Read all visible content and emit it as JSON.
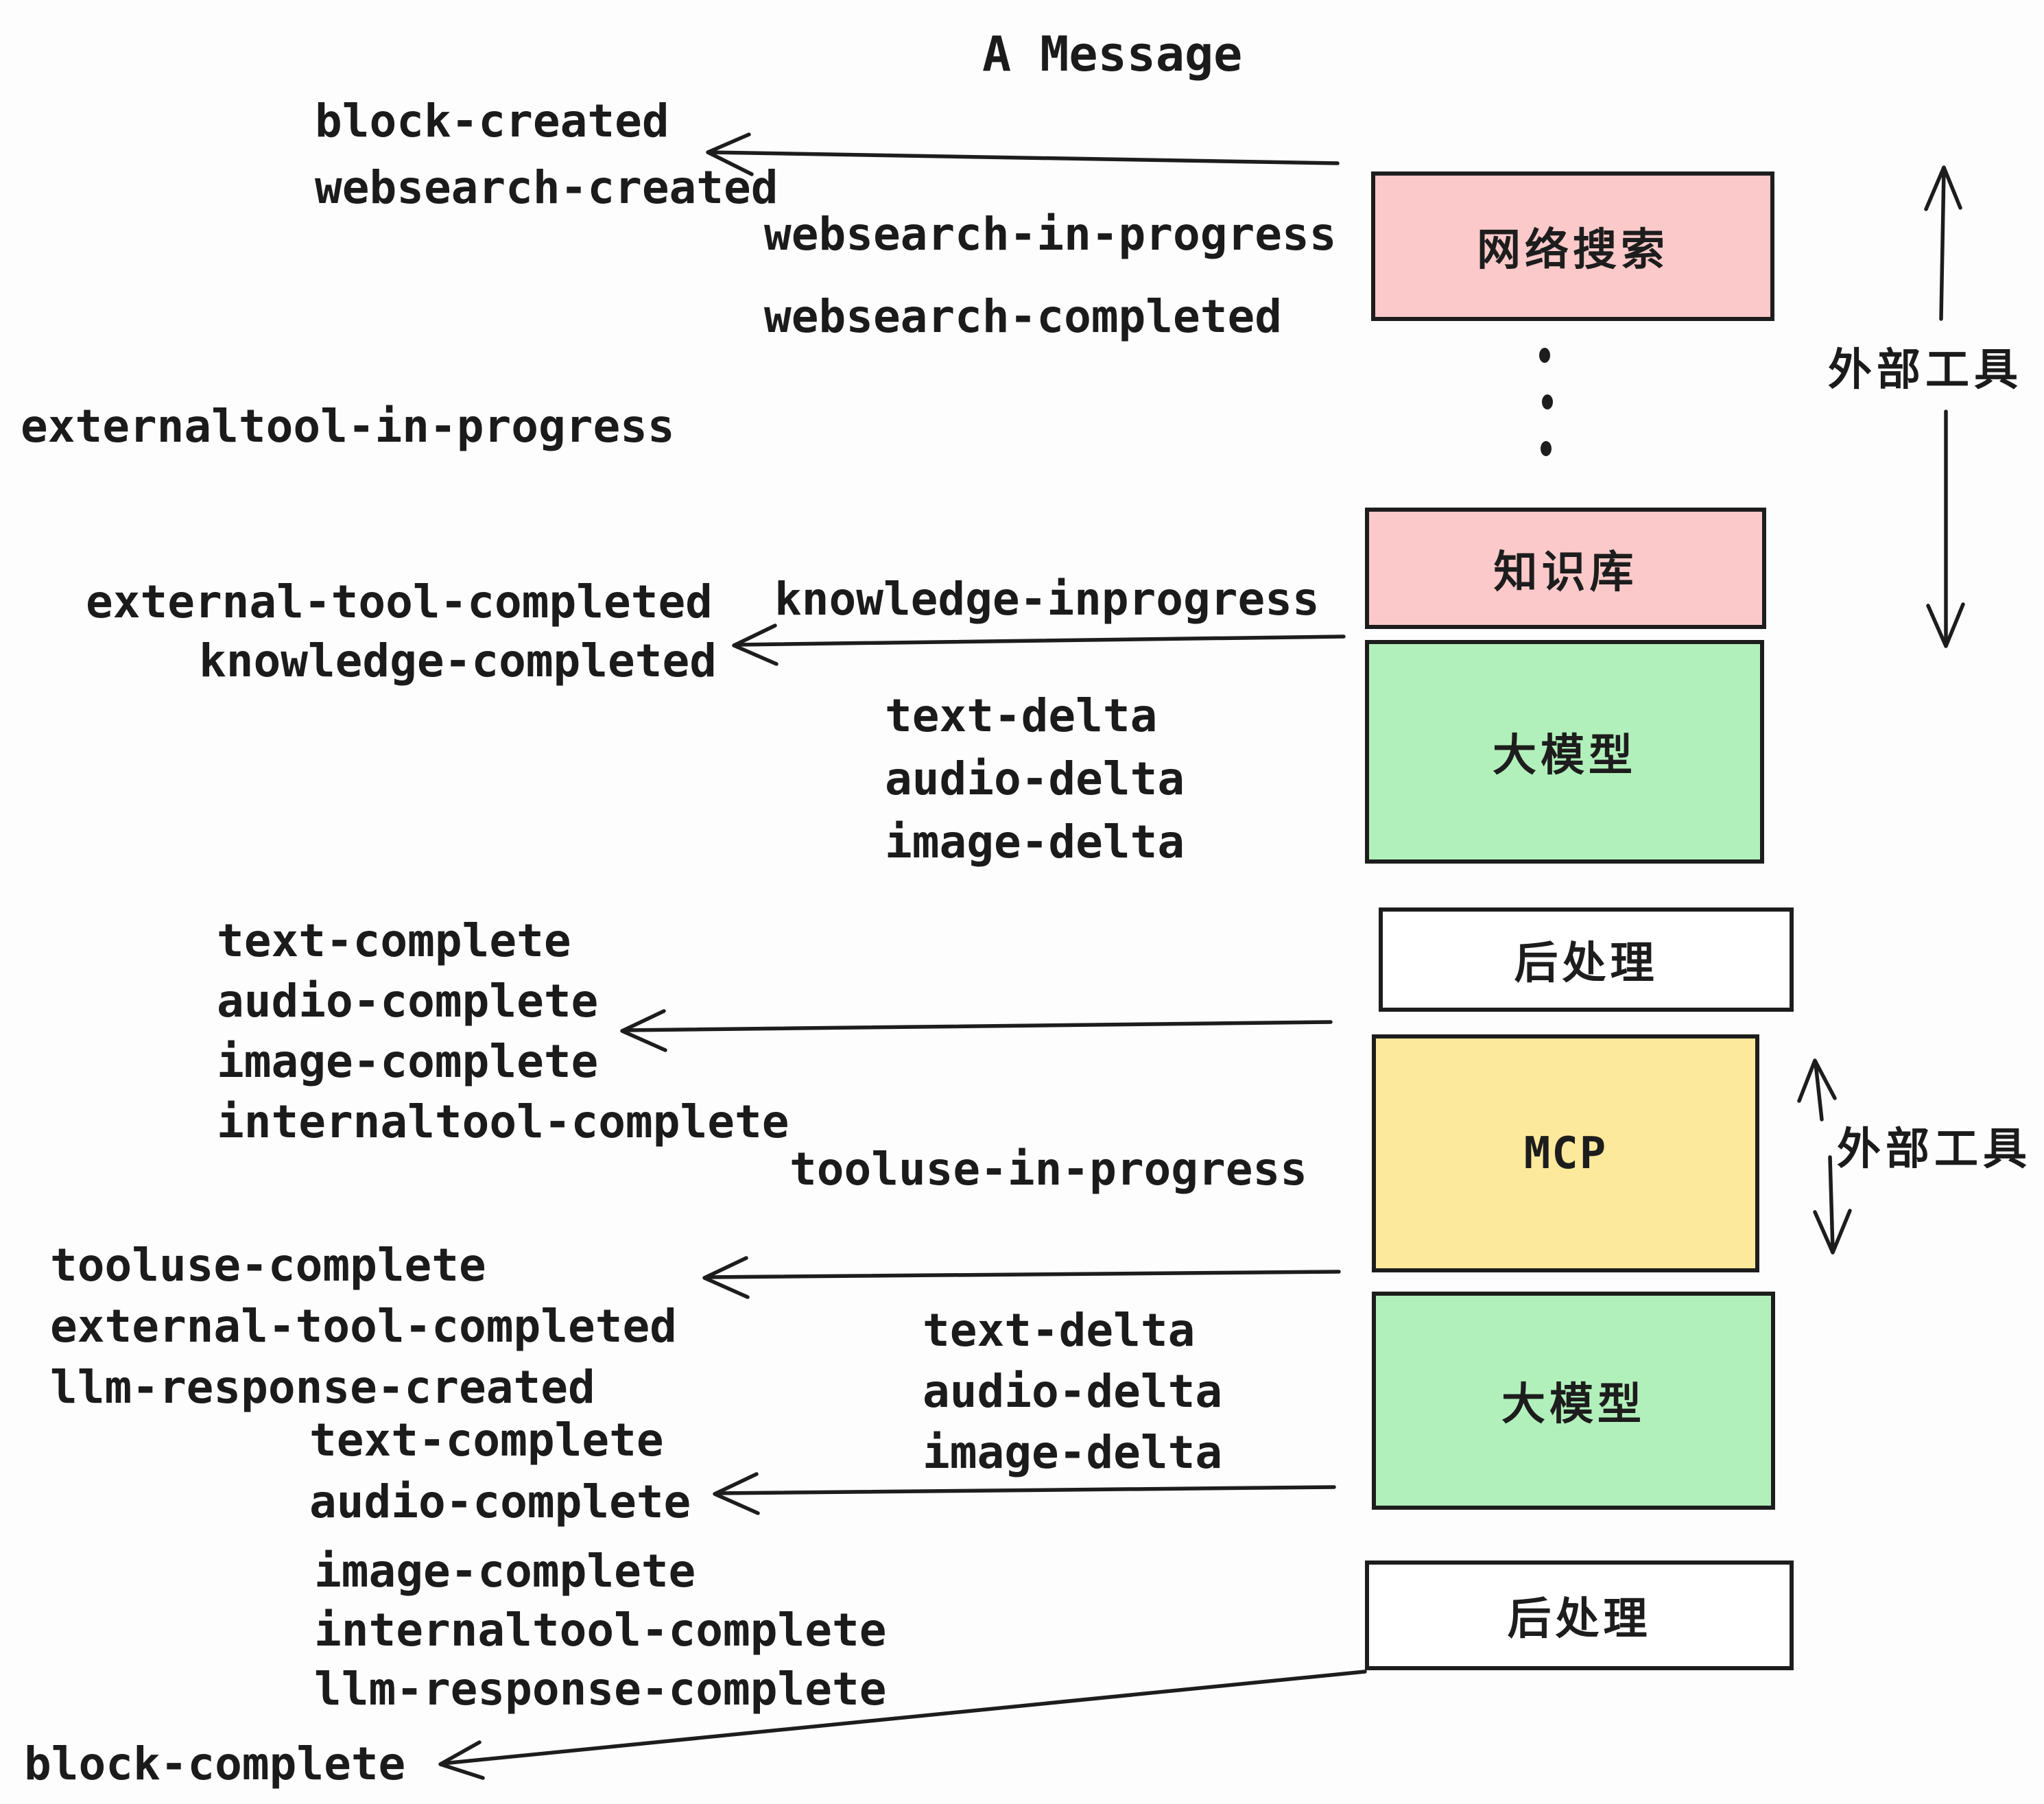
{
  "title": "A Message",
  "labels": {
    "block_created": "block-created",
    "websearch_created": "websearch-created",
    "websearch_in_progress": "websearch-in-progress",
    "websearch_completed": "websearch-completed",
    "externaltool_in_progress": "externaltool-in-progress",
    "external_tool_completed": "external-tool-completed",
    "knowledge_inprogress": "knowledge-inprogress",
    "knowledge_completed": "knowledge-completed",
    "text_delta": "text-delta",
    "audio_delta": "audio-delta",
    "image_delta": "image-delta",
    "text_complete": "text-complete",
    "audio_complete": "audio-complete",
    "image_complete": "image-complete",
    "internaltool_complete": "internaltool-complete",
    "tooluse_in_progress": "tooluse-in-progress",
    "tooluse_complete": "tooluse-complete",
    "llm_response_created": "llm-response-created",
    "llm_response_complete": "llm-response-complete",
    "block_complete": "block-complete"
  },
  "nodes": {
    "web_search": "网络搜索",
    "knowledge_base": "知识库",
    "llm": "大模型",
    "post_process": "后处理",
    "mcp": "MCP",
    "external_tool": "外部工具"
  },
  "colors": {
    "pink": "#fbc9c9",
    "green": "#b2f0bb",
    "yellow": "#fde99b",
    "white": "#ffffff",
    "ink": "#1d1d1d"
  }
}
